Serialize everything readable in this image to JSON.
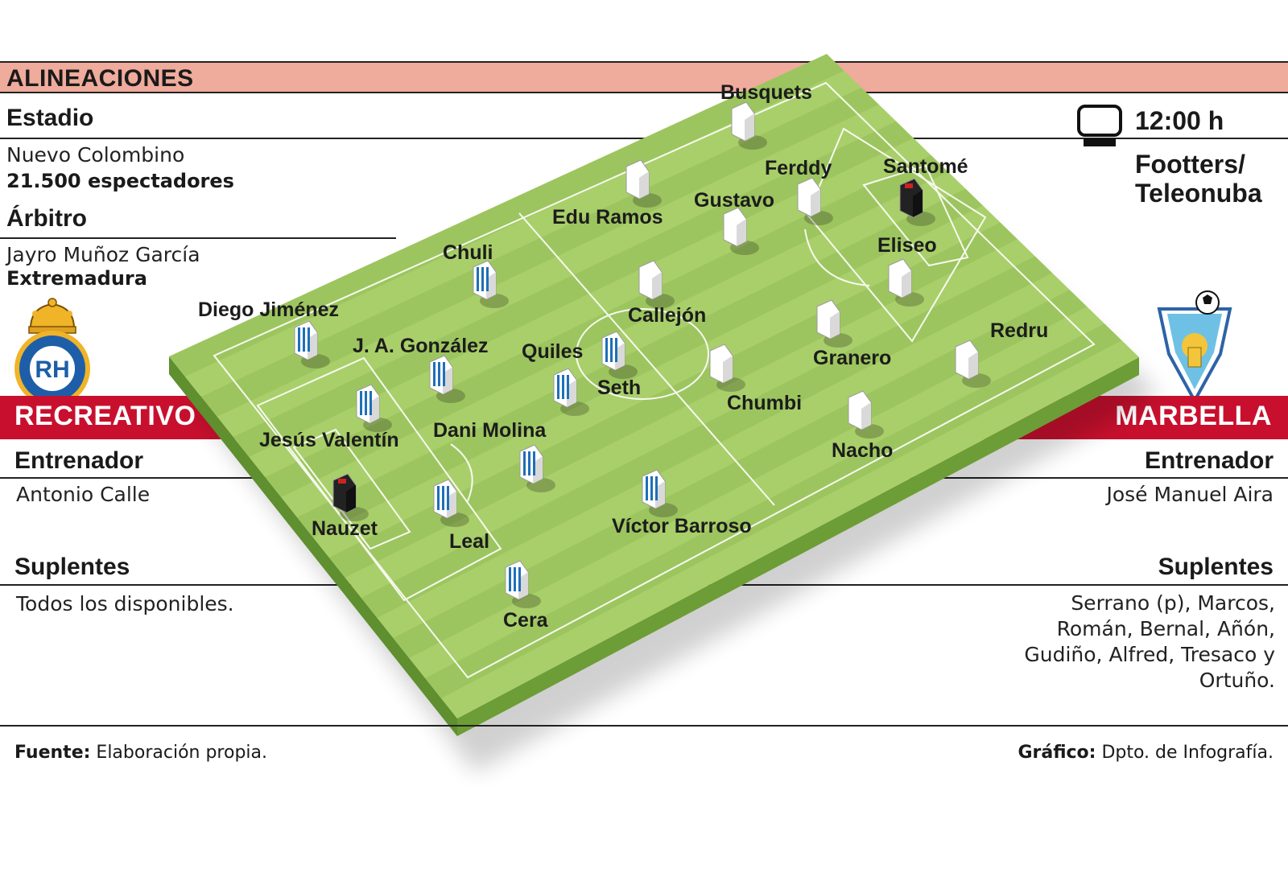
{
  "header": {
    "title": "ALINEACIONES"
  },
  "venue": {
    "stadium_label": "Estadio",
    "stadium_name": "Nuevo Colombino",
    "attendance": "21.500 espectadores",
    "referee_label": "Árbitro",
    "referee_name": "Jayro Muñoz García",
    "referee_region": "Extremadura"
  },
  "broadcast": {
    "time": "12:00 h",
    "channel_line1": "Footters/",
    "channel_line2": "Teleonuba",
    "icon": "tv-icon"
  },
  "home": {
    "name": "RECREATIVO",
    "coach_label": "Entrenador",
    "coach": "Antonio Calle",
    "subs_label": "Suplentes",
    "subs": "Todos los disponibles.",
    "crest_icon": "recreativo-crest-icon"
  },
  "away": {
    "name": "MARBELLA",
    "coach_label": "Entrenador",
    "coach": "José Manuel Aira",
    "subs_label": "Suplentes",
    "subs_lines": [
      "Serrano (p), Marcos,",
      "Román, Bernal, Añón,",
      "Gudiño, Alfred, Tresaco y",
      "Ortuño."
    ],
    "crest_icon": "marbella-crest-icon"
  },
  "players": {
    "home": [
      "Nauzet",
      "Diego Jiménez",
      "J. A. González",
      "Jesús Valentín",
      "Leal",
      "Chuli",
      "Dani Molina",
      "Quiles",
      "Seth",
      "Cera",
      "Víctor Barroso"
    ],
    "away": [
      "Busquets",
      "Edu Ramos",
      "Gustavo",
      "Ferddy",
      "Santomé",
      "Eliseo",
      "Callejón",
      "Granero",
      "Redru",
      "Chumbi",
      "Nacho"
    ]
  },
  "footer": {
    "source_label": "Fuente:",
    "source": "Elaboración propia.",
    "graphic_label": "Gráfico:",
    "graphic": "Dpto. de Infografía."
  },
  "colors": {
    "title_band": "#efab9c",
    "team_band": "#c8102e",
    "pitch_light": "#a9cf6a",
    "pitch_dark": "#93bd55",
    "home_shirt": "#1f6fb8",
    "away_shirt": "#ffffff"
  }
}
